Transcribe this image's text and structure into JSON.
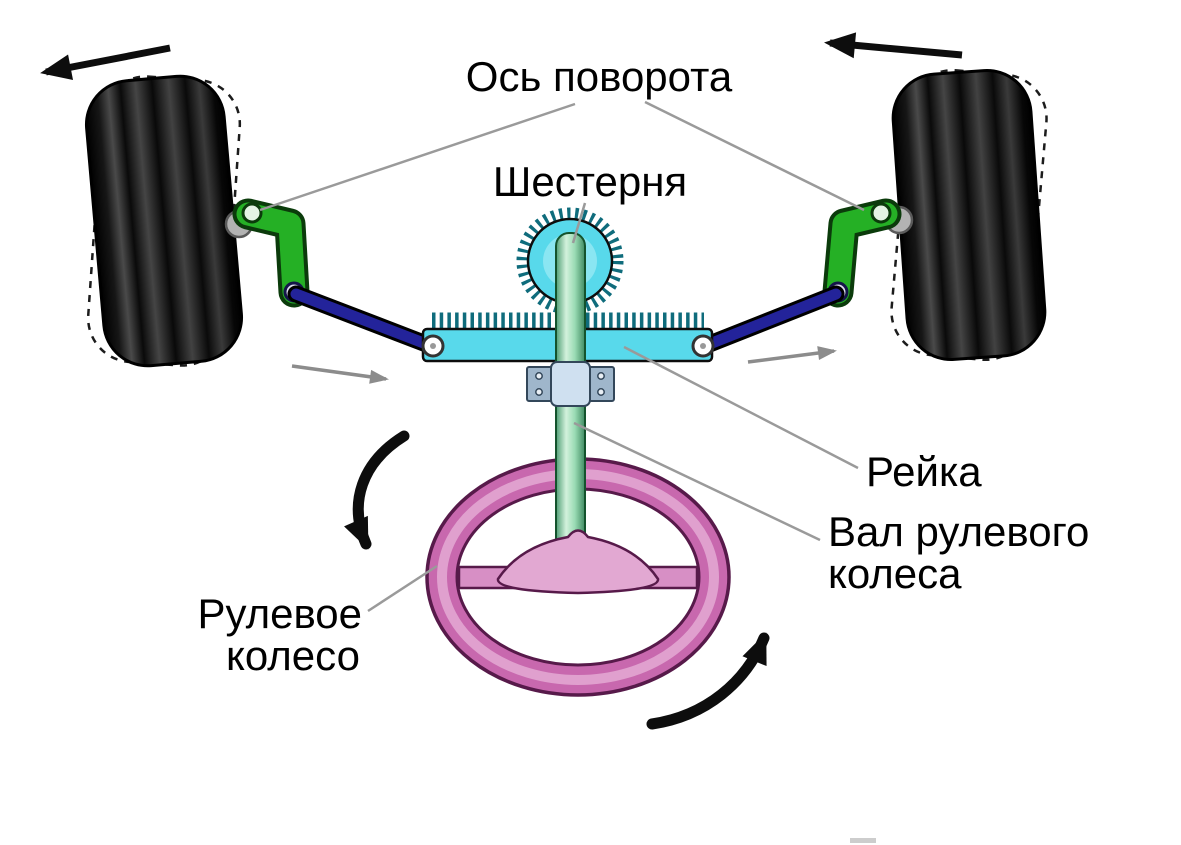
{
  "diagram": {
    "labels": {
      "pivot_axis": "Ось поворота",
      "pinion": "Шестерня",
      "rack": "Рейка",
      "shaft_line1": "Вал рулевого",
      "shaft_line2": "колеса",
      "wheel_line1": "Рулевое",
      "wheel_line2": "колесо"
    },
    "colors": {
      "tire": "#101010",
      "knuckle_green": "#25b025",
      "tie_rod_navy": "#23239a",
      "rack_cyan": "#58d9eb",
      "gear_teeth_teal": "#0f6c7c",
      "shaft_green": "#8fd0a8",
      "clamp_blue": "#cfe0f0",
      "steering_wheel_pink": "#c868ae",
      "arrow_black": "#0d0d0d",
      "leader_gray": "#9a9a9a"
    },
    "arrows": {
      "left_wheel_direction": "left",
      "right_wheel_direction": "left",
      "rack_left_arrow_direction": "right",
      "rack_right_arrow_direction": "right",
      "steering_rotation": "counterclockwise"
    }
  }
}
